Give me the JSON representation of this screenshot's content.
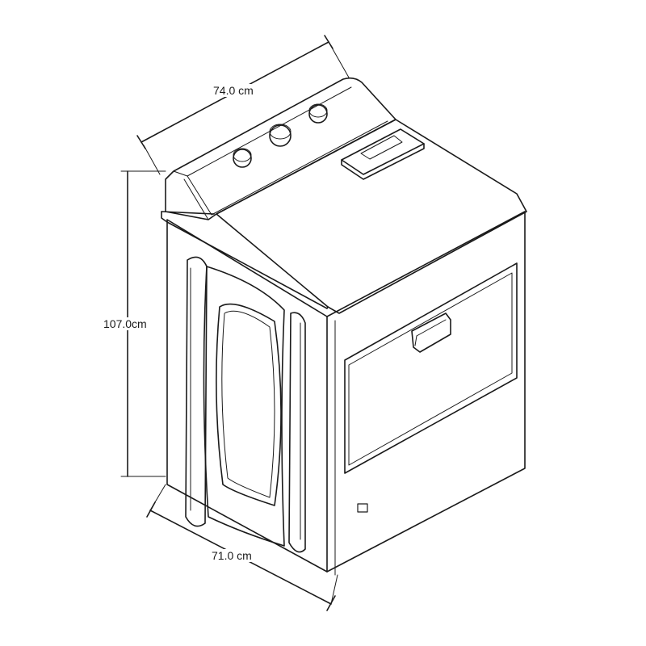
{
  "diagram": {
    "subject": "Top-load dryer appliance, isometric line drawing",
    "dimensions": {
      "depth_label": "74.0 cm",
      "height_label": "107.0cm",
      "width_label": "71.0 cm"
    },
    "colors": {
      "line": "#1a1a1a",
      "background": "#ffffff"
    }
  }
}
